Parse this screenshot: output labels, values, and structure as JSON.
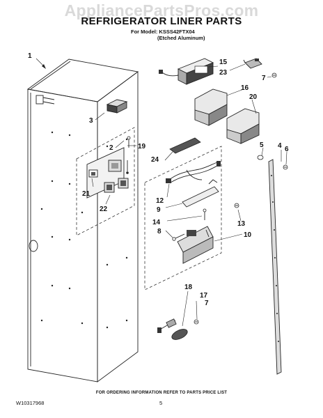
{
  "header": {
    "watermark": "AppliancePartsPros.com",
    "title": "REFRIGERATOR LINER PARTS",
    "model_line": "For Model: KSSS42FTX04",
    "model_variant": "(Etched Aluminum)"
  },
  "callouts": {
    "c1": "1",
    "c2": "2",
    "c3": "3",
    "c4": "4",
    "c5": "5",
    "c6": "6",
    "c7": "7",
    "c8": "8",
    "c9": "9",
    "c10": "10",
    "c12": "12",
    "c13": "13",
    "c14": "14",
    "c15": "15",
    "c16": "16",
    "c17": "17",
    "c18": "18",
    "c19": "19",
    "c20": "20",
    "c21": "21",
    "c22": "22",
    "c23": "23",
    "c24": "24"
  },
  "footer": {
    "ordering_note": "FOR ORDERING INFORMATION REFER TO PARTS PRICE LIST",
    "document_number": "W10317968",
    "page_number": "5"
  }
}
